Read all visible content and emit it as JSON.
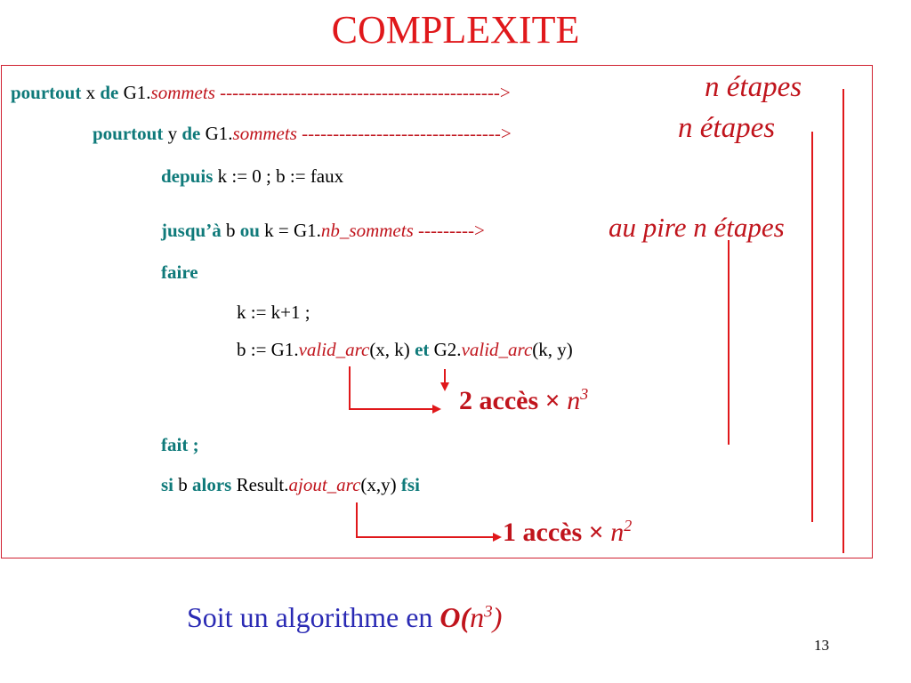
{
  "title": "COMPLEXITE",
  "line1": {
    "kw1": "pourtout",
    "var": "x",
    "kw2": "de",
    "obj": "G1.",
    "attr": "sommets",
    "arrow": " ---------------------------------------------> ",
    "note": "n étapes"
  },
  "line2": {
    "kw1": "pourtout",
    "var": "y",
    "kw2": "de",
    "obj": "G1.",
    "attr": "sommets",
    "arrow": " --------------------------------> ",
    "note": "n étapes"
  },
  "line3": {
    "kw": "depuis",
    "rest": "k := 0 ; b := faux"
  },
  "line4": {
    "kw1": "jusqu’à",
    "var": "b",
    "kw2": "ou",
    "expr": "k = G1.",
    "attr": "nb_sommets",
    "arrow": " ---------> ",
    "note": "au pire n étapes"
  },
  "line5": {
    "kw": "faire"
  },
  "line6": {
    "text": "k := k+1 ;"
  },
  "line7": {
    "pre": "b := G1.",
    "fn1": "valid_arc",
    "args1": "(x, k)",
    "kw": "et",
    "mid": "G2.",
    "fn2": "valid_arc",
    "args2": "(k, y)"
  },
  "access2": {
    "text": "2 accès × ",
    "n": "n",
    "exp": "3"
  },
  "line8": {
    "kw": "fait ;"
  },
  "line9": {
    "kw1": "si",
    "var": "b",
    "kw2": "alors",
    "obj": "Result.",
    "fn": "ajout_arc",
    "args": "(x,y)",
    "kw3": "fsi"
  },
  "access1": {
    "text": "1 accès × ",
    "n": "n",
    "exp": "2"
  },
  "footer": {
    "text": "Soit un algorithme en ",
    "o": "O(",
    "n": "n",
    "exp": "3",
    "close": ")"
  },
  "page_number": "13",
  "colors": {
    "title": "#e0181b",
    "keyword": "#0f7a7a",
    "annotation": "#c0141c",
    "footer": "#2a2ab4"
  }
}
